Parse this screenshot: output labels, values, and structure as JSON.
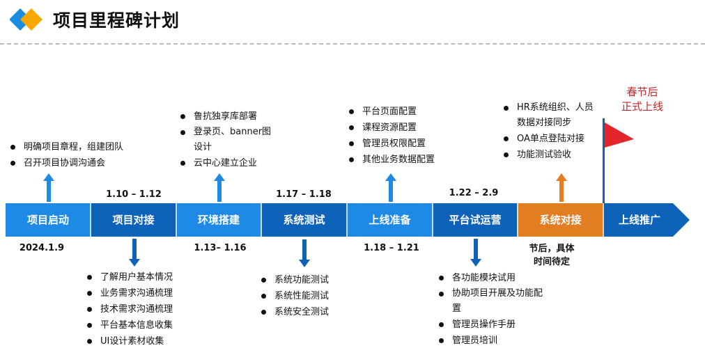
{
  "header": {
    "title": "项目里程碑计划",
    "logo_colors": {
      "front": "#f6a800",
      "back": "#1a8de0"
    }
  },
  "colors": {
    "blue_light": "#1f8ae6",
    "blue_dark": "#0e62b9",
    "orange": "#e37d22",
    "flag": "#e3262b",
    "launch_text": "#c0282a"
  },
  "timeline": [
    {
      "label": "项目启动",
      "color": "#1f8ae6"
    },
    {
      "label": "项目对接",
      "color": "#0e62b9"
    },
    {
      "label": "环境搭建",
      "color": "#1f8ae6"
    },
    {
      "label": "系统测试",
      "color": "#0e62b9"
    },
    {
      "label": "上线准备",
      "color": "#1f8ae6"
    },
    {
      "label": "平台试运营",
      "color": "#0e62b9"
    },
    {
      "label": "系统对接",
      "color": "#e37d22"
    },
    {
      "label": "上线推广",
      "color": "#0e62b9"
    }
  ],
  "dates": {
    "start": "2024.1.9",
    "d1": "1.10 – 1.12",
    "d2": "1.13– 1.16",
    "d3": "1.17 – 1.18",
    "d4": "1.18 – 1.21",
    "d5": "1.22 – 2.9",
    "d6_line1": "节后，具体",
    "d6_line2": "时间待定"
  },
  "tasks": {
    "kickoff": [
      "明确项目章程，组建团队",
      "召开项目协调沟通会"
    ],
    "integration": [
      "了解用户基本情况",
      "业务需求沟通梳理",
      "技术需求沟通梳理",
      "平台基本信息收集",
      "UI设计素材收集"
    ],
    "environment": [
      "鲁抗独享库部署",
      "登录页、banner图设计",
      "云中心建立企业"
    ],
    "testing": [
      "系统功能测试",
      "系统性能测试",
      "系统安全测试"
    ],
    "prelaunch": [
      "平台页面配置",
      "课程资源配置",
      "管理员权限配置",
      "其他业务数据配置"
    ],
    "trial": [
      "各功能模块试用",
      "协助项目开展及功能配置",
      "管理员操作手册",
      "管理员培训"
    ],
    "system_integration": [
      "HR系统组织、人员数据对接同步",
      "OA单点登陆对接",
      "功能测试验收"
    ]
  },
  "launch_note": {
    "line1": "春节后",
    "line2": "正式上线"
  }
}
